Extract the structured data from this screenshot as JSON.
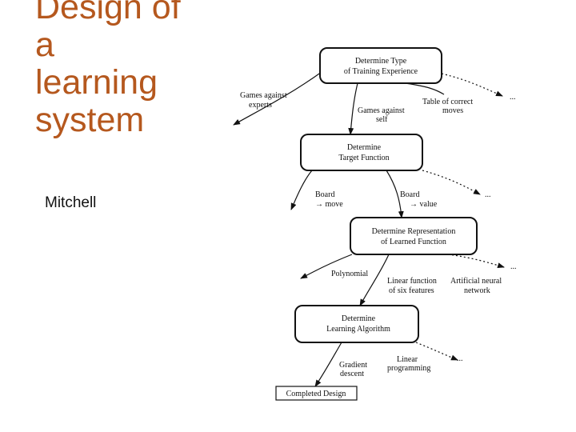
{
  "slide": {
    "title_lines": [
      "Design of",
      "a",
      "learning",
      "system"
    ],
    "bullet": "Mitchell"
  },
  "diagram": {
    "nodes": {
      "n1": [
        "Determine Type",
        "of Training Experience"
      ],
      "n2": [
        "Determine",
        "Target Function"
      ],
      "n3": [
        "Determine Representation",
        "of Learned Function"
      ],
      "n4": [
        "Determine",
        "Learning Algorithm"
      ],
      "n5": [
        "Completed Design"
      ]
    },
    "labels": {
      "games_experts": [
        "Games against",
        "experts"
      ],
      "games_self": [
        "Games against",
        "self"
      ],
      "table_moves": [
        "Table of correct",
        "moves"
      ],
      "board_move": [
        "Board",
        "→ move"
      ],
      "board_value": [
        "Board",
        "→ value"
      ],
      "polynomial": [
        "Polynomial"
      ],
      "linear_function": [
        "Linear function",
        "of six features"
      ],
      "ann": [
        "Artificial neural",
        "network"
      ],
      "gradient": [
        "Gradient",
        "descent"
      ],
      "linear_prog": [
        "Linear",
        "programming"
      ],
      "ellipsis": "..."
    }
  }
}
